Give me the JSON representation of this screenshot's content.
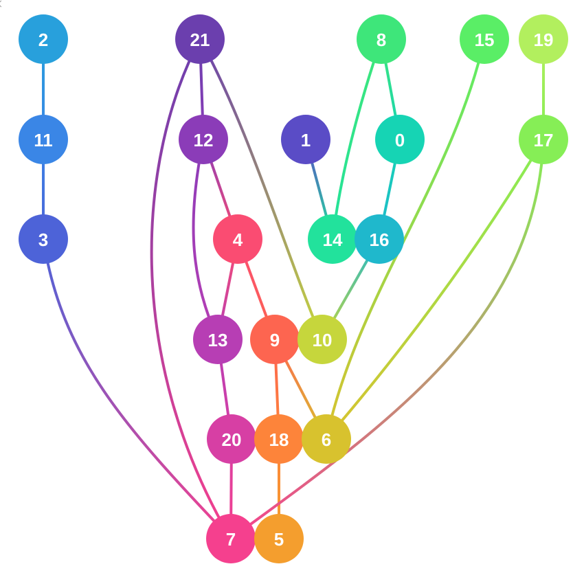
{
  "graph": {
    "nodes": [
      {
        "id": "2",
        "label": "2",
        "color": "#28a0dc"
      },
      {
        "id": "21",
        "label": "21",
        "color": "#6b3fae"
      },
      {
        "id": "8",
        "label": "8",
        "color": "#3ee67a"
      },
      {
        "id": "15",
        "label": "15",
        "color": "#5aee66"
      },
      {
        "id": "19",
        "label": "19",
        "color": "#b2ef5e"
      },
      {
        "id": "11",
        "label": "11",
        "color": "#3a86e6"
      },
      {
        "id": "12",
        "label": "12",
        "color": "#8b3cb8"
      },
      {
        "id": "1",
        "label": "1",
        "color": "#5a4cc6"
      },
      {
        "id": "0",
        "label": "0",
        "color": "#16d4b4"
      },
      {
        "id": "17",
        "label": "17",
        "color": "#86ee56"
      },
      {
        "id": "3",
        "label": "3",
        "color": "#4d63d8"
      },
      {
        "id": "4",
        "label": "4",
        "color": "#fa4c72"
      },
      {
        "id": "14",
        "label": "14",
        "color": "#22e29c"
      },
      {
        "id": "16",
        "label": "16",
        "color": "#1fb8cc"
      },
      {
        "id": "13",
        "label": "13",
        "color": "#b73eb4"
      },
      {
        "id": "9",
        "label": "9",
        "color": "#fd6550"
      },
      {
        "id": "10",
        "label": "10",
        "color": "#c6d63c"
      },
      {
        "id": "20",
        "label": "20",
        "color": "#d73fa4"
      },
      {
        "id": "18",
        "label": "18",
        "color": "#fd843a"
      },
      {
        "id": "6",
        "label": "6",
        "color": "#d8c22e"
      },
      {
        "id": "7",
        "label": "7",
        "color": "#f5408e"
      },
      {
        "id": "5",
        "label": "5",
        "color": "#f49e2e"
      }
    ],
    "edges": [
      [
        "2",
        "11"
      ],
      [
        "11",
        "3"
      ],
      [
        "3",
        "7"
      ],
      [
        "21",
        "12"
      ],
      [
        "21",
        "7"
      ],
      [
        "21",
        "10"
      ],
      [
        "12",
        "4"
      ],
      [
        "12",
        "13"
      ],
      [
        "4",
        "13"
      ],
      [
        "4",
        "9"
      ],
      [
        "13",
        "20"
      ],
      [
        "20",
        "7"
      ],
      [
        "9",
        "18"
      ],
      [
        "9",
        "6"
      ],
      [
        "18",
        "5"
      ],
      [
        "8",
        "14"
      ],
      [
        "8",
        "0"
      ],
      [
        "1",
        "14"
      ],
      [
        "0",
        "16"
      ],
      [
        "16",
        "10"
      ],
      [
        "15",
        "6"
      ],
      [
        "19",
        "17"
      ],
      [
        "17",
        "6"
      ],
      [
        "17",
        "7"
      ]
    ]
  }
}
